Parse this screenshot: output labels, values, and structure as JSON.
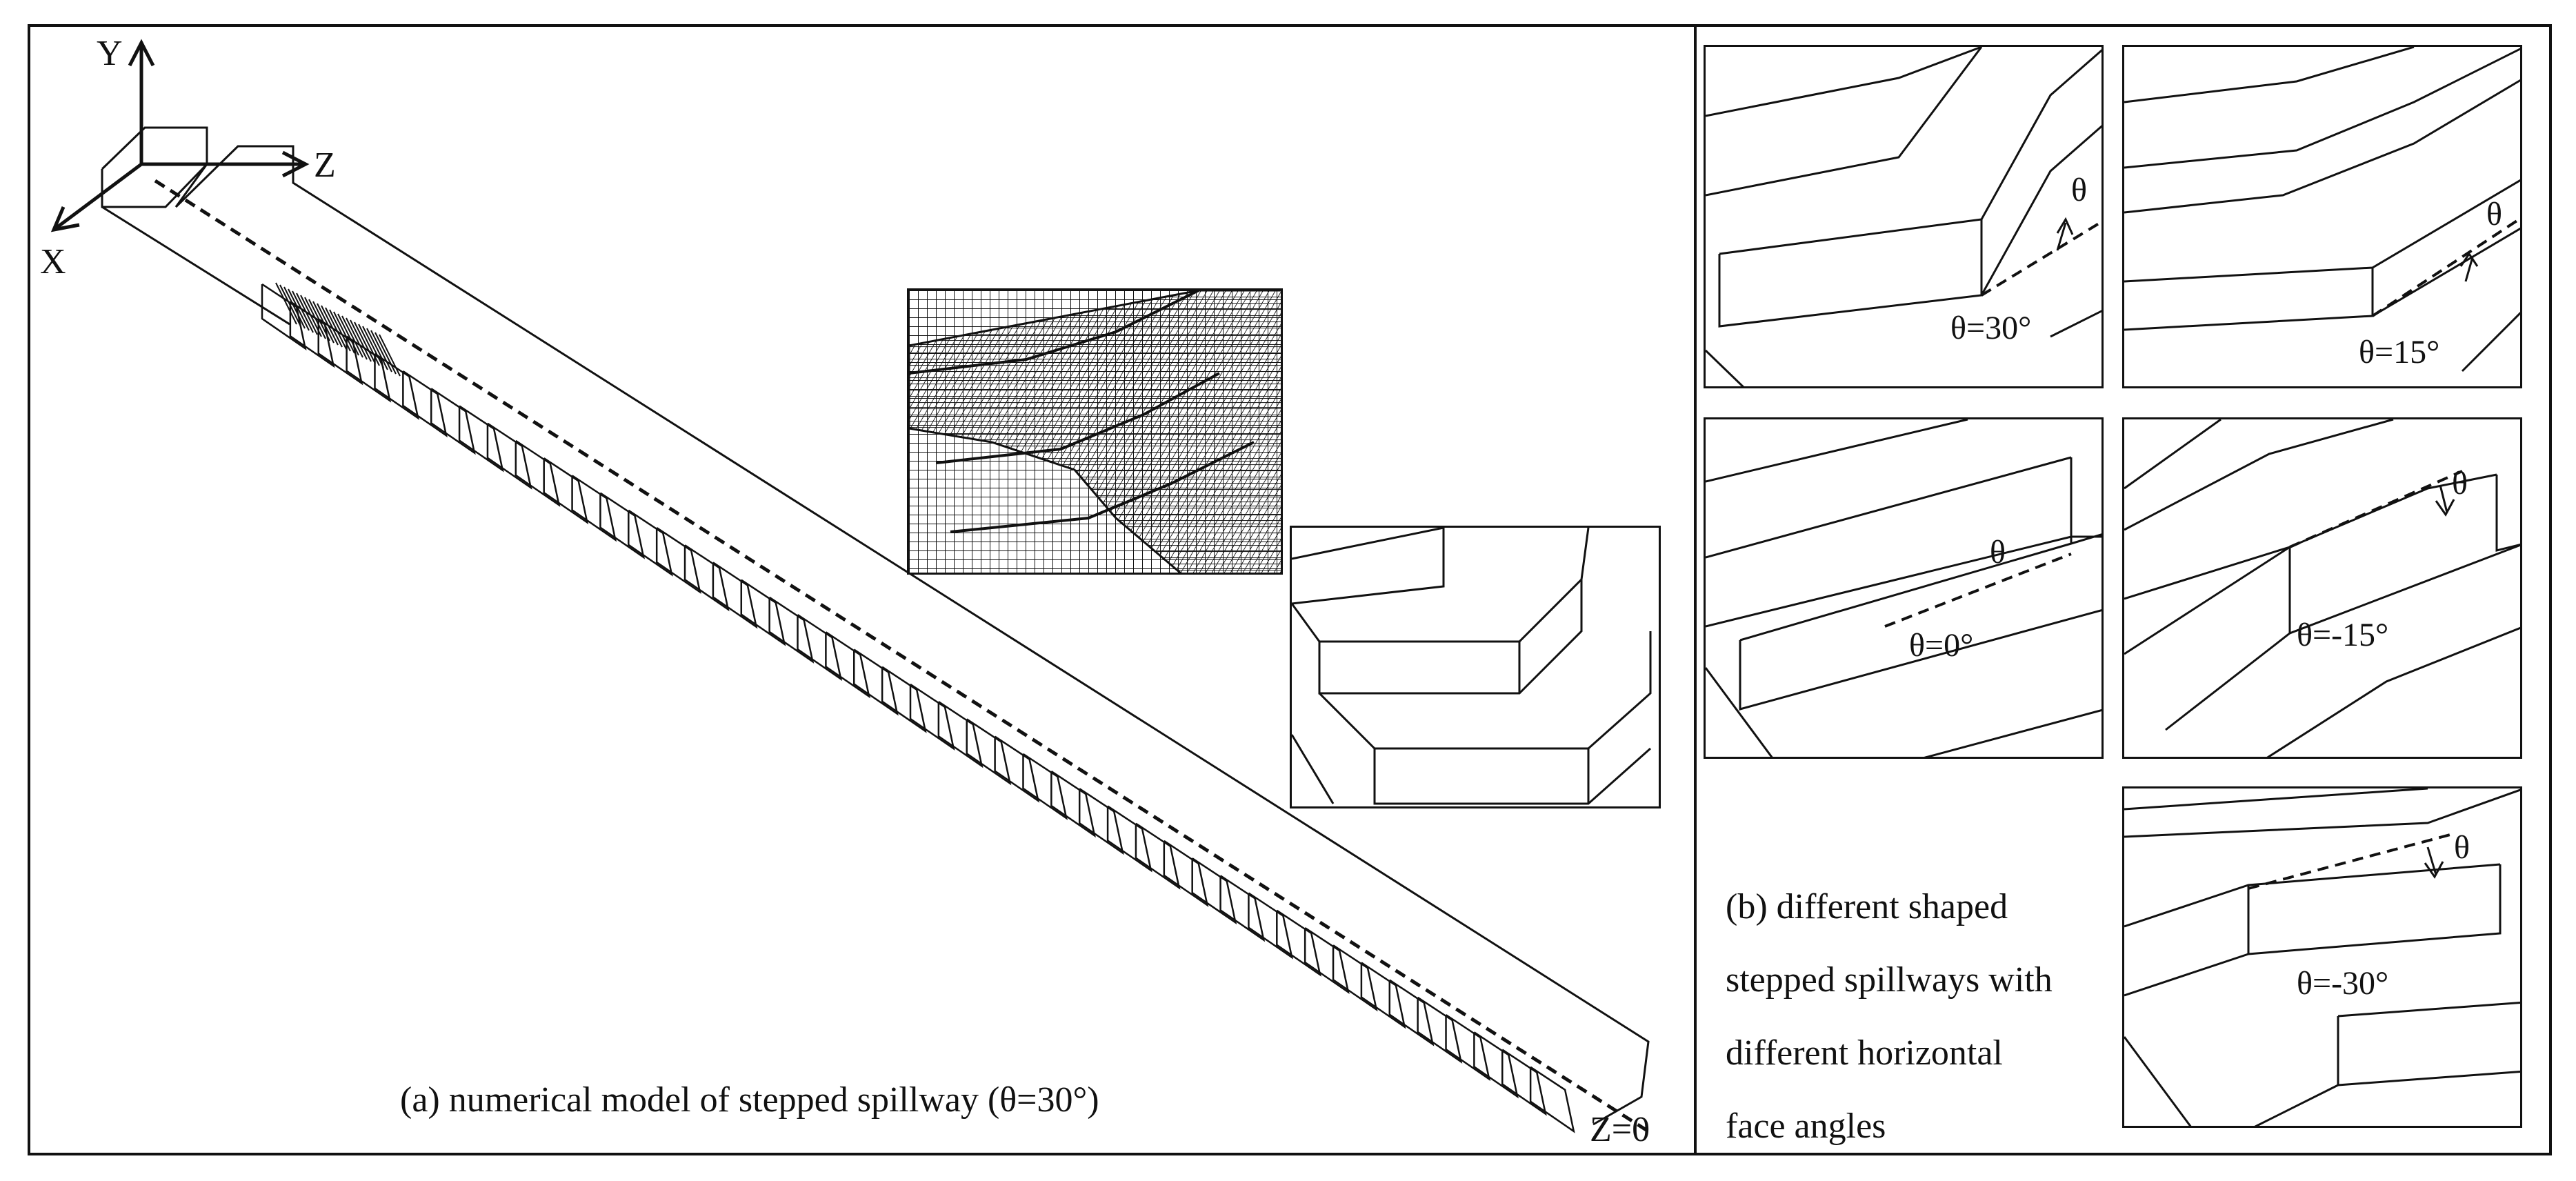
{
  "panel_a": {
    "caption": "(a) numerical model of stepped spillway (θ=30°)",
    "axes": {
      "y": "Y",
      "z": "Z",
      "x": "X"
    },
    "z_origin": "Z=0"
  },
  "panel_b": {
    "caption_lines": [
      "(b) different shaped",
      "stepped spillways with",
      "different horizontal",
      "face angles"
    ],
    "cases": [
      {
        "label": "θ=30°",
        "symbol": "θ"
      },
      {
        "label": "θ=15°",
        "symbol": "θ"
      },
      {
        "label": "θ=0°",
        "symbol": "θ"
      },
      {
        "label": "θ=-15°",
        "symbol": "θ"
      },
      {
        "label": "θ=-30°",
        "symbol": "θ"
      }
    ]
  },
  "colors": {
    "line": "#111111",
    "background": "#ffffff"
  }
}
